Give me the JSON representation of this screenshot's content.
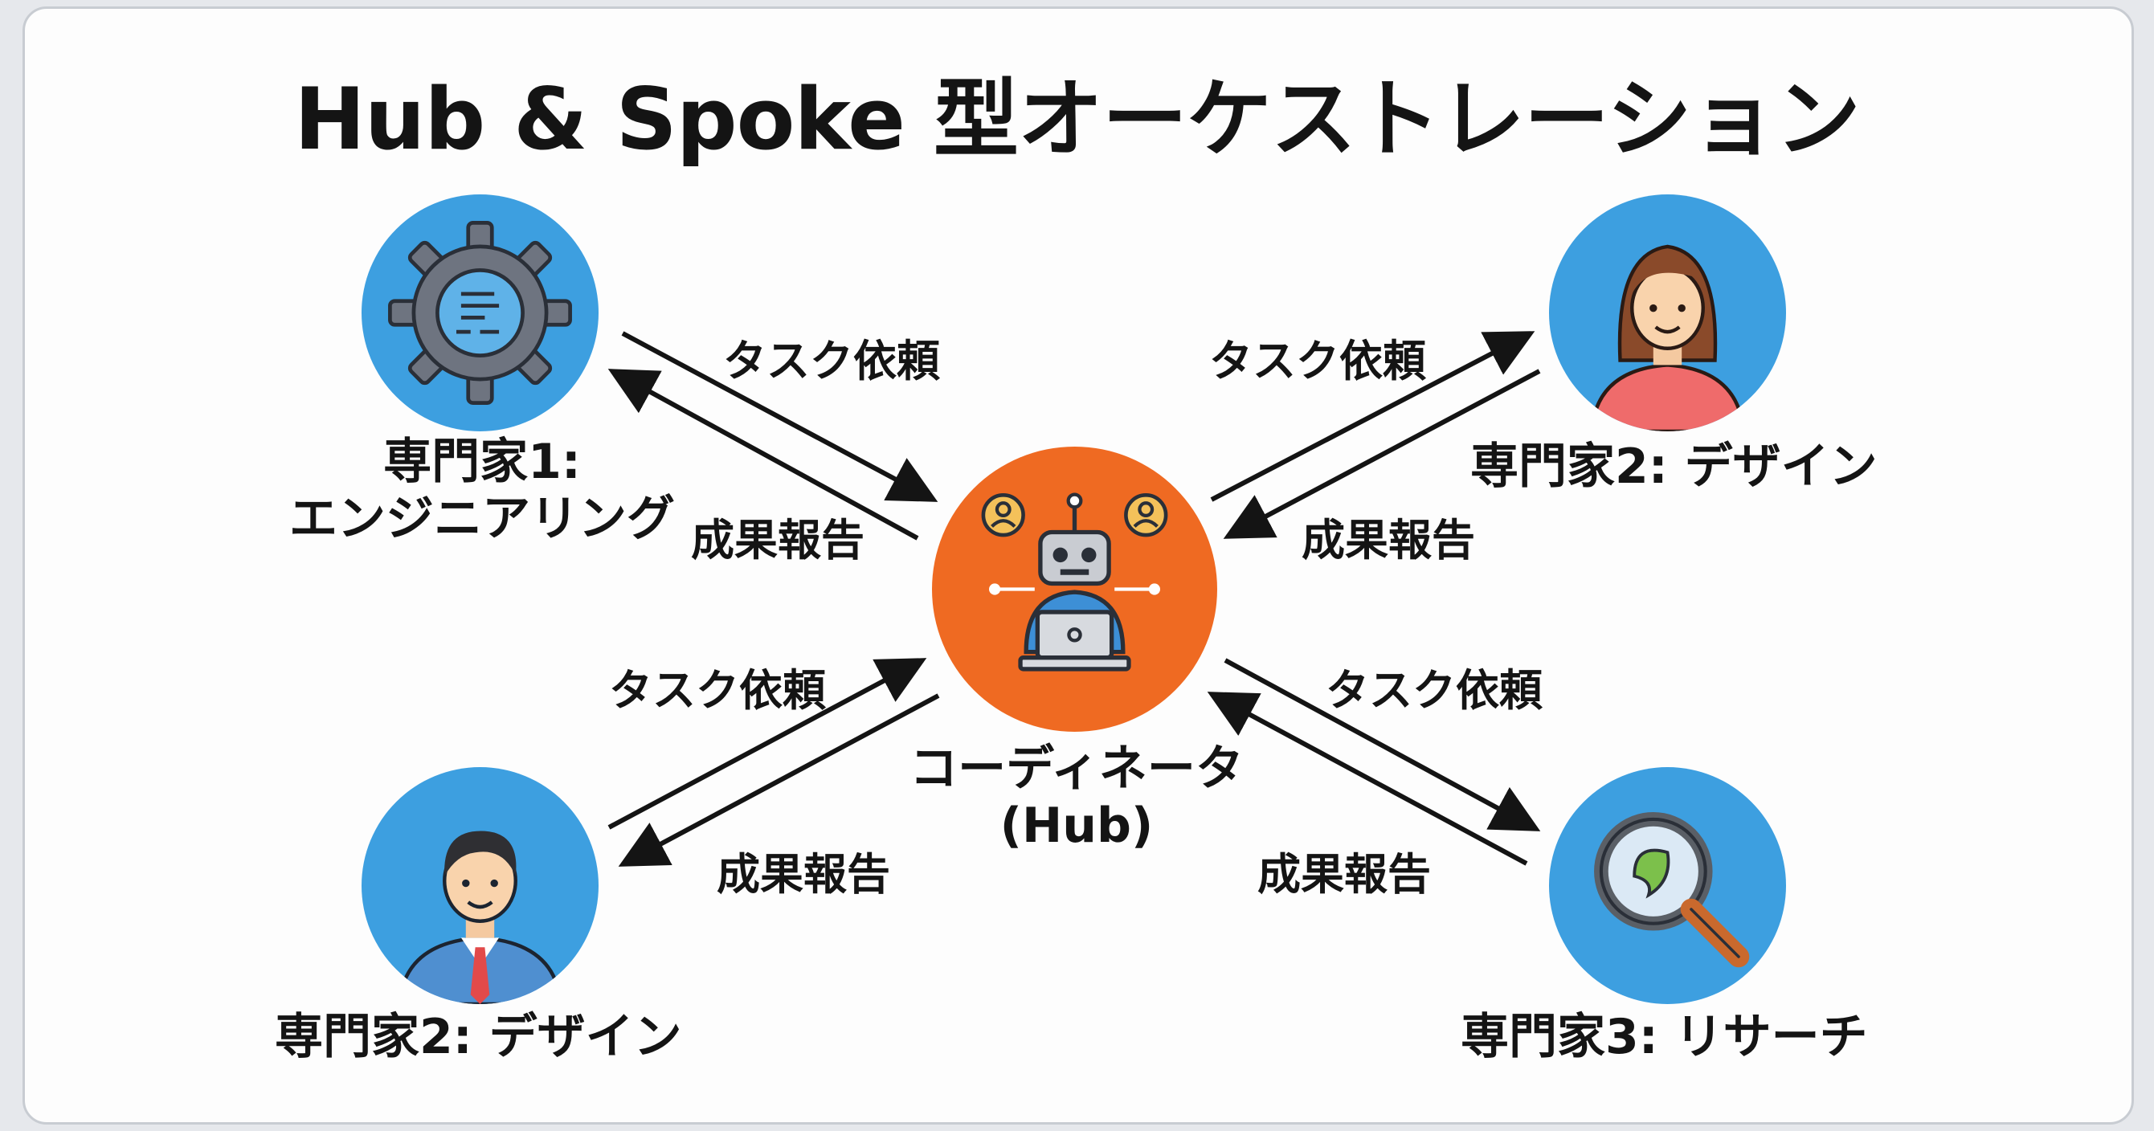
{
  "title": "Hub & Spoke 型オーケストレーション",
  "hub": {
    "name": "コーディネータ",
    "sub": "(Hub)"
  },
  "nodes": {
    "top_left": {
      "line1": "専門家1:",
      "line2": "エンジニアリング"
    },
    "top_right": {
      "label": "専門家2: デザイン"
    },
    "bottom_left": {
      "label": "専門家2: デザイン"
    },
    "bottom_right": {
      "label": "専門家3: リサーチ"
    }
  },
  "edges": {
    "request": "タスク依頼",
    "report": "成果報告"
  },
  "colors": {
    "spoke": "#3d9fe0",
    "hub": "#ef6a22",
    "arrow": "#141414"
  },
  "icons": {
    "top_left": "gear-icon",
    "top_right": "woman-avatar-icon",
    "bottom_left": "businessman-avatar-icon",
    "bottom_right": "magnifier-icon",
    "hub": "robot-laptop-icon"
  }
}
